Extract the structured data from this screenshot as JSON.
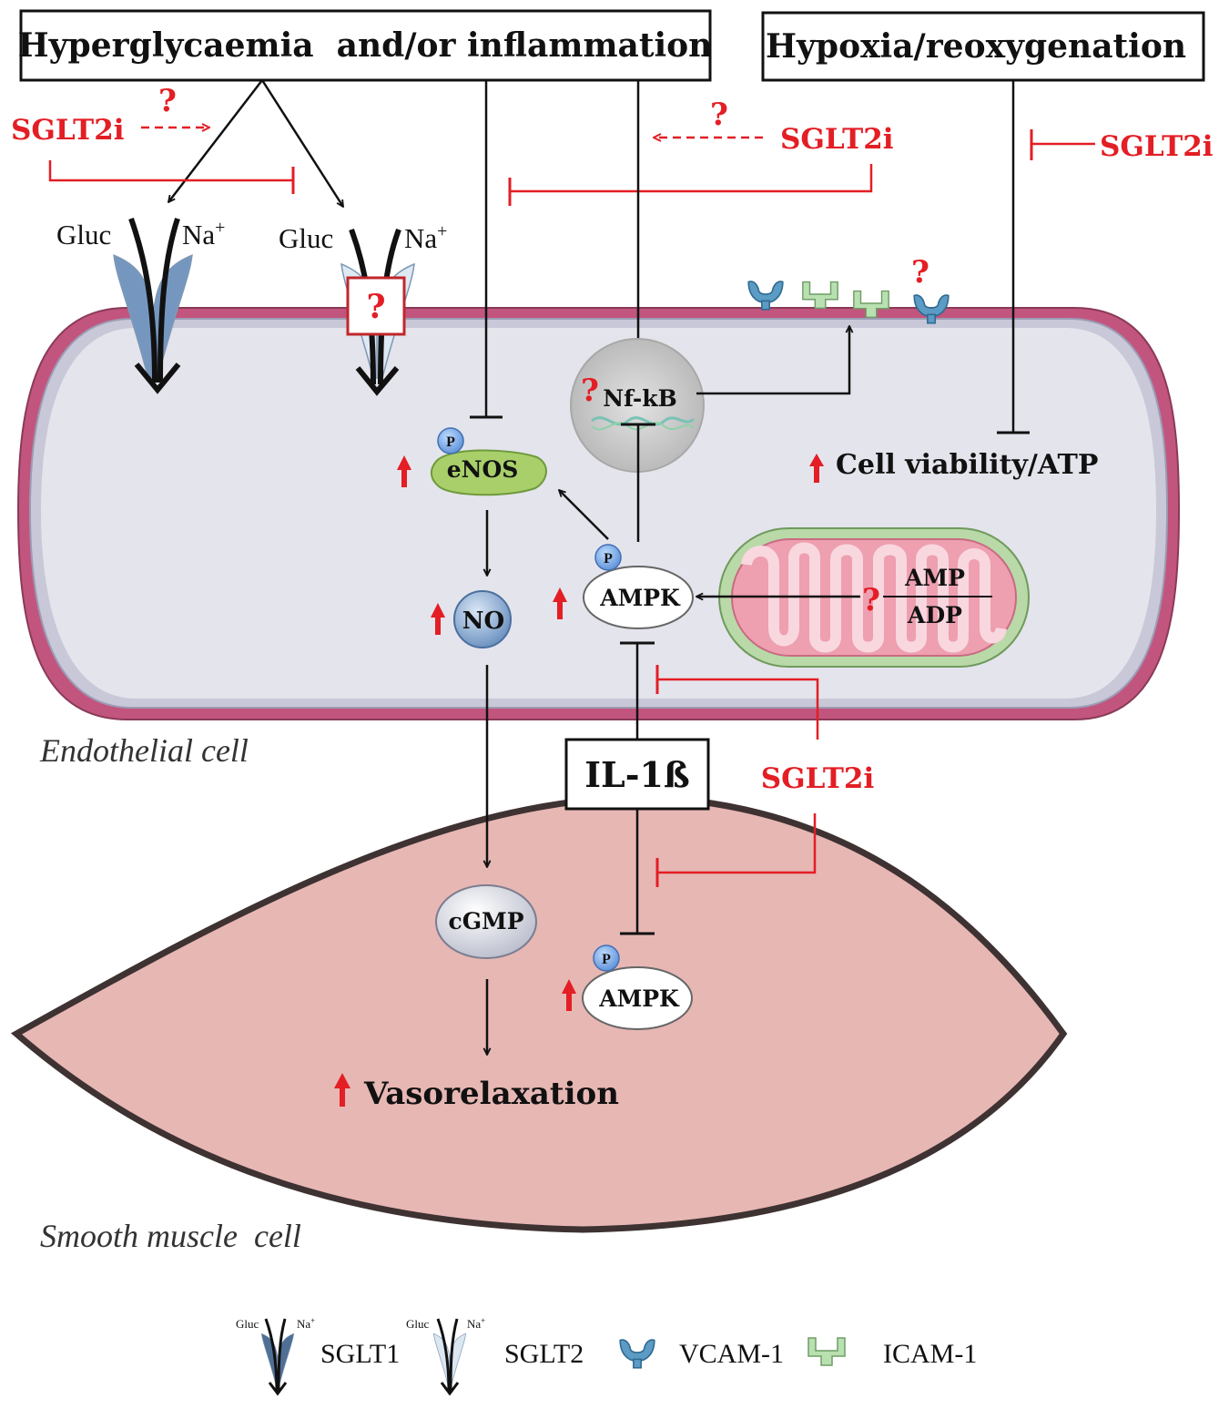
{
  "boxes": {
    "hyperglycaemia": "Hyperglycaemia  and/or inflammation",
    "hypoxia": "Hypoxia/reoxygenation",
    "il1b": "IL-1ß"
  },
  "drug": {
    "label": "SGLT2i",
    "question": "?"
  },
  "transporters": {
    "gluc": "Gluc",
    "na": "Na",
    "na_sup": "+"
  },
  "molecules": {
    "phospho": "P",
    "enos": "eNOS",
    "no": "NO",
    "ampk": "AMPK",
    "nfkb": "Nf-kB",
    "amp": "AMP",
    "adp": "ADP",
    "cgmp": "cGMP"
  },
  "effects": {
    "cell_viability": "Cell viability/ATP",
    "vasorelaxation": "Vasorelaxation"
  },
  "cells": {
    "endothelial": "Endothelial cell",
    "smooth_muscle": "Smooth muscle  cell"
  },
  "legend": {
    "gluc_small": "Gluc",
    "na_small": "Na",
    "na_small_sup": "+",
    "sglt1": "SGLT1",
    "sglt2": "SGLT2",
    "vcam1": "VCAM-1",
    "icam1": "ICAM-1"
  },
  "colors": {
    "drug_red": "#e31e24",
    "membrane_pink": "#c2557e",
    "cell_fill": "#e4e4ec",
    "smooth_fill": "#e7b7b4",
    "mito_green": "#b9d9a8",
    "mito_pink": "#ee9fb0",
    "enos_green": "#a8cf6a",
    "vcam_blue": "#5b9bc4",
    "icam_green": "#b9e0b0"
  }
}
